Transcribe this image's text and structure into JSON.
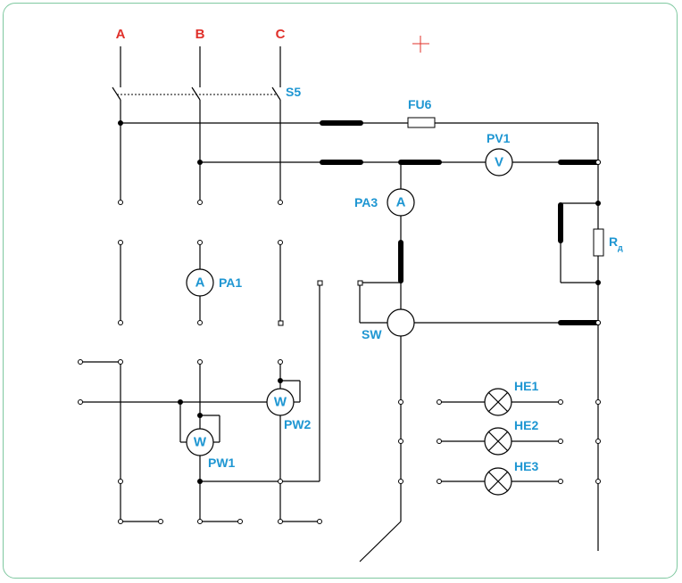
{
  "phases": [
    "A",
    "B",
    "C"
  ],
  "switch": "S5",
  "fuse": "FU6",
  "meters": {
    "pv1": {
      "name": "PV1",
      "symbol": "V"
    },
    "pa3": {
      "name": "PA3",
      "symbol": "A"
    },
    "pa1": {
      "name": "PA1",
      "symbol": "A"
    },
    "pw1": {
      "name": "PW1",
      "symbol": "W"
    },
    "pw2": {
      "name": "PW2",
      "symbol": "W"
    }
  },
  "sw": "SW",
  "resistor": {
    "main": "R",
    "sub": "д"
  },
  "lamps": [
    "HE1",
    "HE2",
    "HE3"
  ],
  "colors": {
    "label": "#1e96d2",
    "phase": "#e0302a",
    "frame": "#7fc8a0"
  }
}
